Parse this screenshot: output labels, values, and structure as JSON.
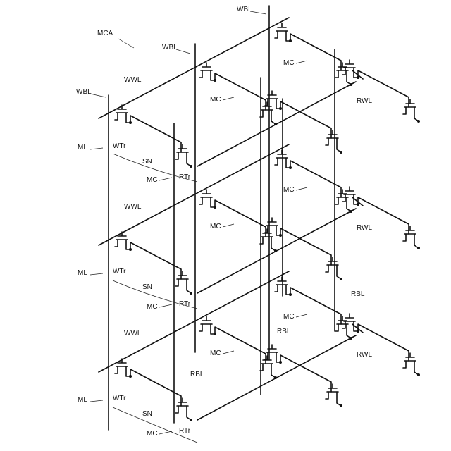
{
  "figure": {
    "array_label": "MCA",
    "cell_label": "MC",
    "write_bit_line": "WBL",
    "read_bit_line": "RBL",
    "write_word_line": "WWL",
    "read_word_line": "RWL",
    "memory_line": "ML",
    "write_transistor": "WTr",
    "read_transistor": "RTr",
    "storage_node": "SN"
  }
}
